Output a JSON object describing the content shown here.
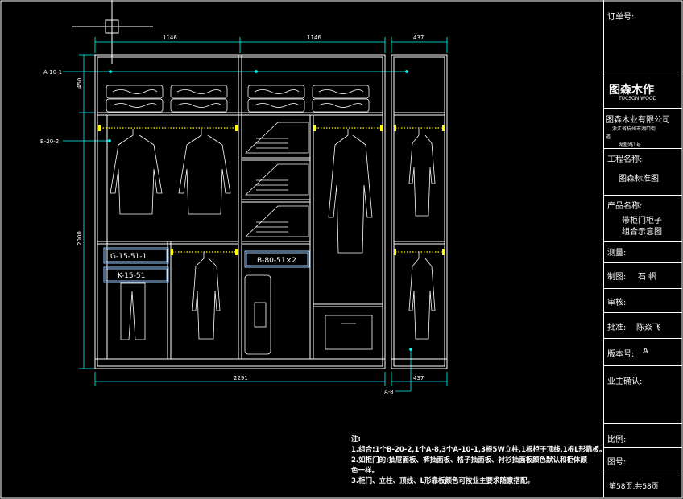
{
  "dims": {
    "top_left": "1146",
    "top_mid": "1146",
    "top_right": "437",
    "height_top": "450",
    "height_main": "2000",
    "bottom_main": "2291",
    "bottom_right": "437"
  },
  "labels": {
    "a10": "A-10-1",
    "b20": "B-20-2",
    "a8": "A-8"
  },
  "boxes": {
    "g15": "G-15-51-1",
    "k15": "K-15-51",
    "b80": "B-80-51×2"
  },
  "title_block": {
    "order_no": "订单号:",
    "logo_text": "图森木作",
    "logo_sub": "TUCSON WOOD",
    "company": "图森木业有限公司",
    "address_line1": "浙江省杭州市湖口街",
    "address_line2": "道",
    "address_line3": "湖墅路1号",
    "project_label": "工程名称:",
    "project_value": "图森标准图",
    "product_label": "产品名称:",
    "product_value1": "带柜门柜子",
    "product_value2": "组合示意图",
    "measure_label": "测量:",
    "drawn_label": "制图:",
    "drawn_value": "石  帆",
    "review_label": "审核:",
    "approve_label": "批准:",
    "approve_value": "陈焱飞",
    "version_label": "版本号:",
    "version_value": "A",
    "owner_label": "业主确认:",
    "scale_label": "比例:",
    "drawing_no_label": "图号:",
    "page_info": "第58页,共58页"
  },
  "notes": {
    "title": "注:",
    "line1": "1.组合:1个B-20-2,1个A-8,3个A-10-1,3根5W立柱,1根柜子顶线,1根L形靠板。",
    "line2": "2.如柜门的:抽屉面板、裤抽面板、格子抽面板、衬衫抽面板颜色默认和柜体颜",
    "line2b": "色一样。",
    "line3": "3.柜门、立柱、顶线、L形靠板颜色可按业主要求随意搭配。"
  }
}
